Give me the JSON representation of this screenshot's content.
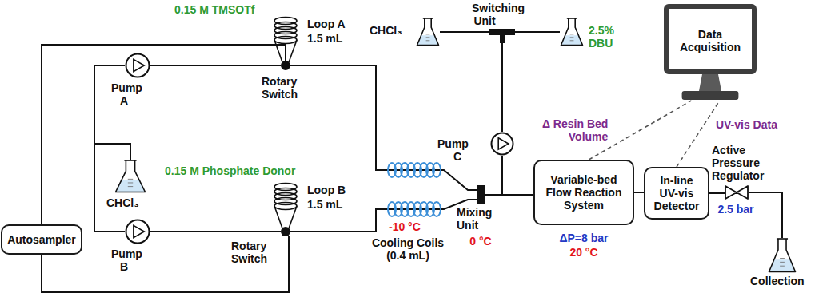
{
  "diagram": {
    "nodes": [
      {
        "text": [
          "Autosampler"
        ]
      },
      {
        "text": [
          "Pump A"
        ]
      },
      {
        "text": [
          "Pump B"
        ]
      },
      {
        "text": [
          "CHCl₃"
        ]
      },
      {
        "text": [
          "Rotary Switch"
        ]
      },
      {
        "text": [
          "Rotary Switch"
        ]
      },
      {
        "text": [
          "Mixing Unit"
        ]
      },
      {
        "text": [
          "Switching Unit"
        ]
      },
      {
        "text": [
          "CHCl₃"
        ]
      },
      {
        "text": [
          "2.5% DBU"
        ]
      },
      {
        "text": [
          "Pump C"
        ]
      },
      {
        "text": [
          "Variable-bed Flow Reaction System"
        ]
      },
      {
        "text": [
          "In-line UV-vis Detector"
        ]
      },
      {
        "text": [
          "Active Pressure Regulator"
        ]
      },
      {
        "text": [
          "Collection"
        ]
      },
      {
        "text": [
          "Data Acquisition"
        ]
      }
    ],
    "edges": [
      {
        "from": 3,
        "to": 1,
        "arrow": "none"
      },
      {
        "from": 3,
        "to": 2,
        "arrow": "none"
      },
      {
        "from": 1,
        "to": 4,
        "arrow": "none"
      },
      {
        "from": 2,
        "to": 5,
        "arrow": "none"
      },
      {
        "from": 0,
        "to": 4,
        "arrow": "none"
      },
      {
        "from": 0,
        "to": 5,
        "arrow": "none"
      },
      {
        "from": 4,
        "to": 6,
        "arrow": "none"
      },
      {
        "from": 5,
        "to": 6,
        "arrow": "none"
      },
      {
        "from": 8,
        "to": 7,
        "arrow": "none"
      },
      {
        "from": 9,
        "to": 7,
        "arrow": "none"
      },
      {
        "from": 7,
        "to": 10,
        "arrow": "none"
      },
      {
        "from": 10,
        "to": 6,
        "arrow": "none"
      },
      {
        "from": 6,
        "to": 11,
        "arrow": "none"
      },
      {
        "from": 11,
        "to": 12,
        "arrow": "none"
      },
      {
        "from": 12,
        "to": 13,
        "arrow": "none"
      },
      {
        "from": 13,
        "to": 14,
        "arrow": "none"
      },
      {
        "from": 11,
        "to": 15,
        "label": "Δ Resin Bed Volume",
        "arrow": "none"
      },
      {
        "from": 12,
        "to": 15,
        "label": "UV-vis Data",
        "arrow": "none"
      }
    ],
    "labels": [
      "0.15 M TMSOTf",
      "Loop A",
      "1.5 mL",
      "0.15 M Phosphate Donor",
      "Loop B",
      "1.5 mL",
      "-10 °C",
      "Cooling Coils (0.4 mL)",
      "0 °C",
      "ΔP=8 bar",
      "20 °C",
      "2.5 bar"
    ]
  }
}
